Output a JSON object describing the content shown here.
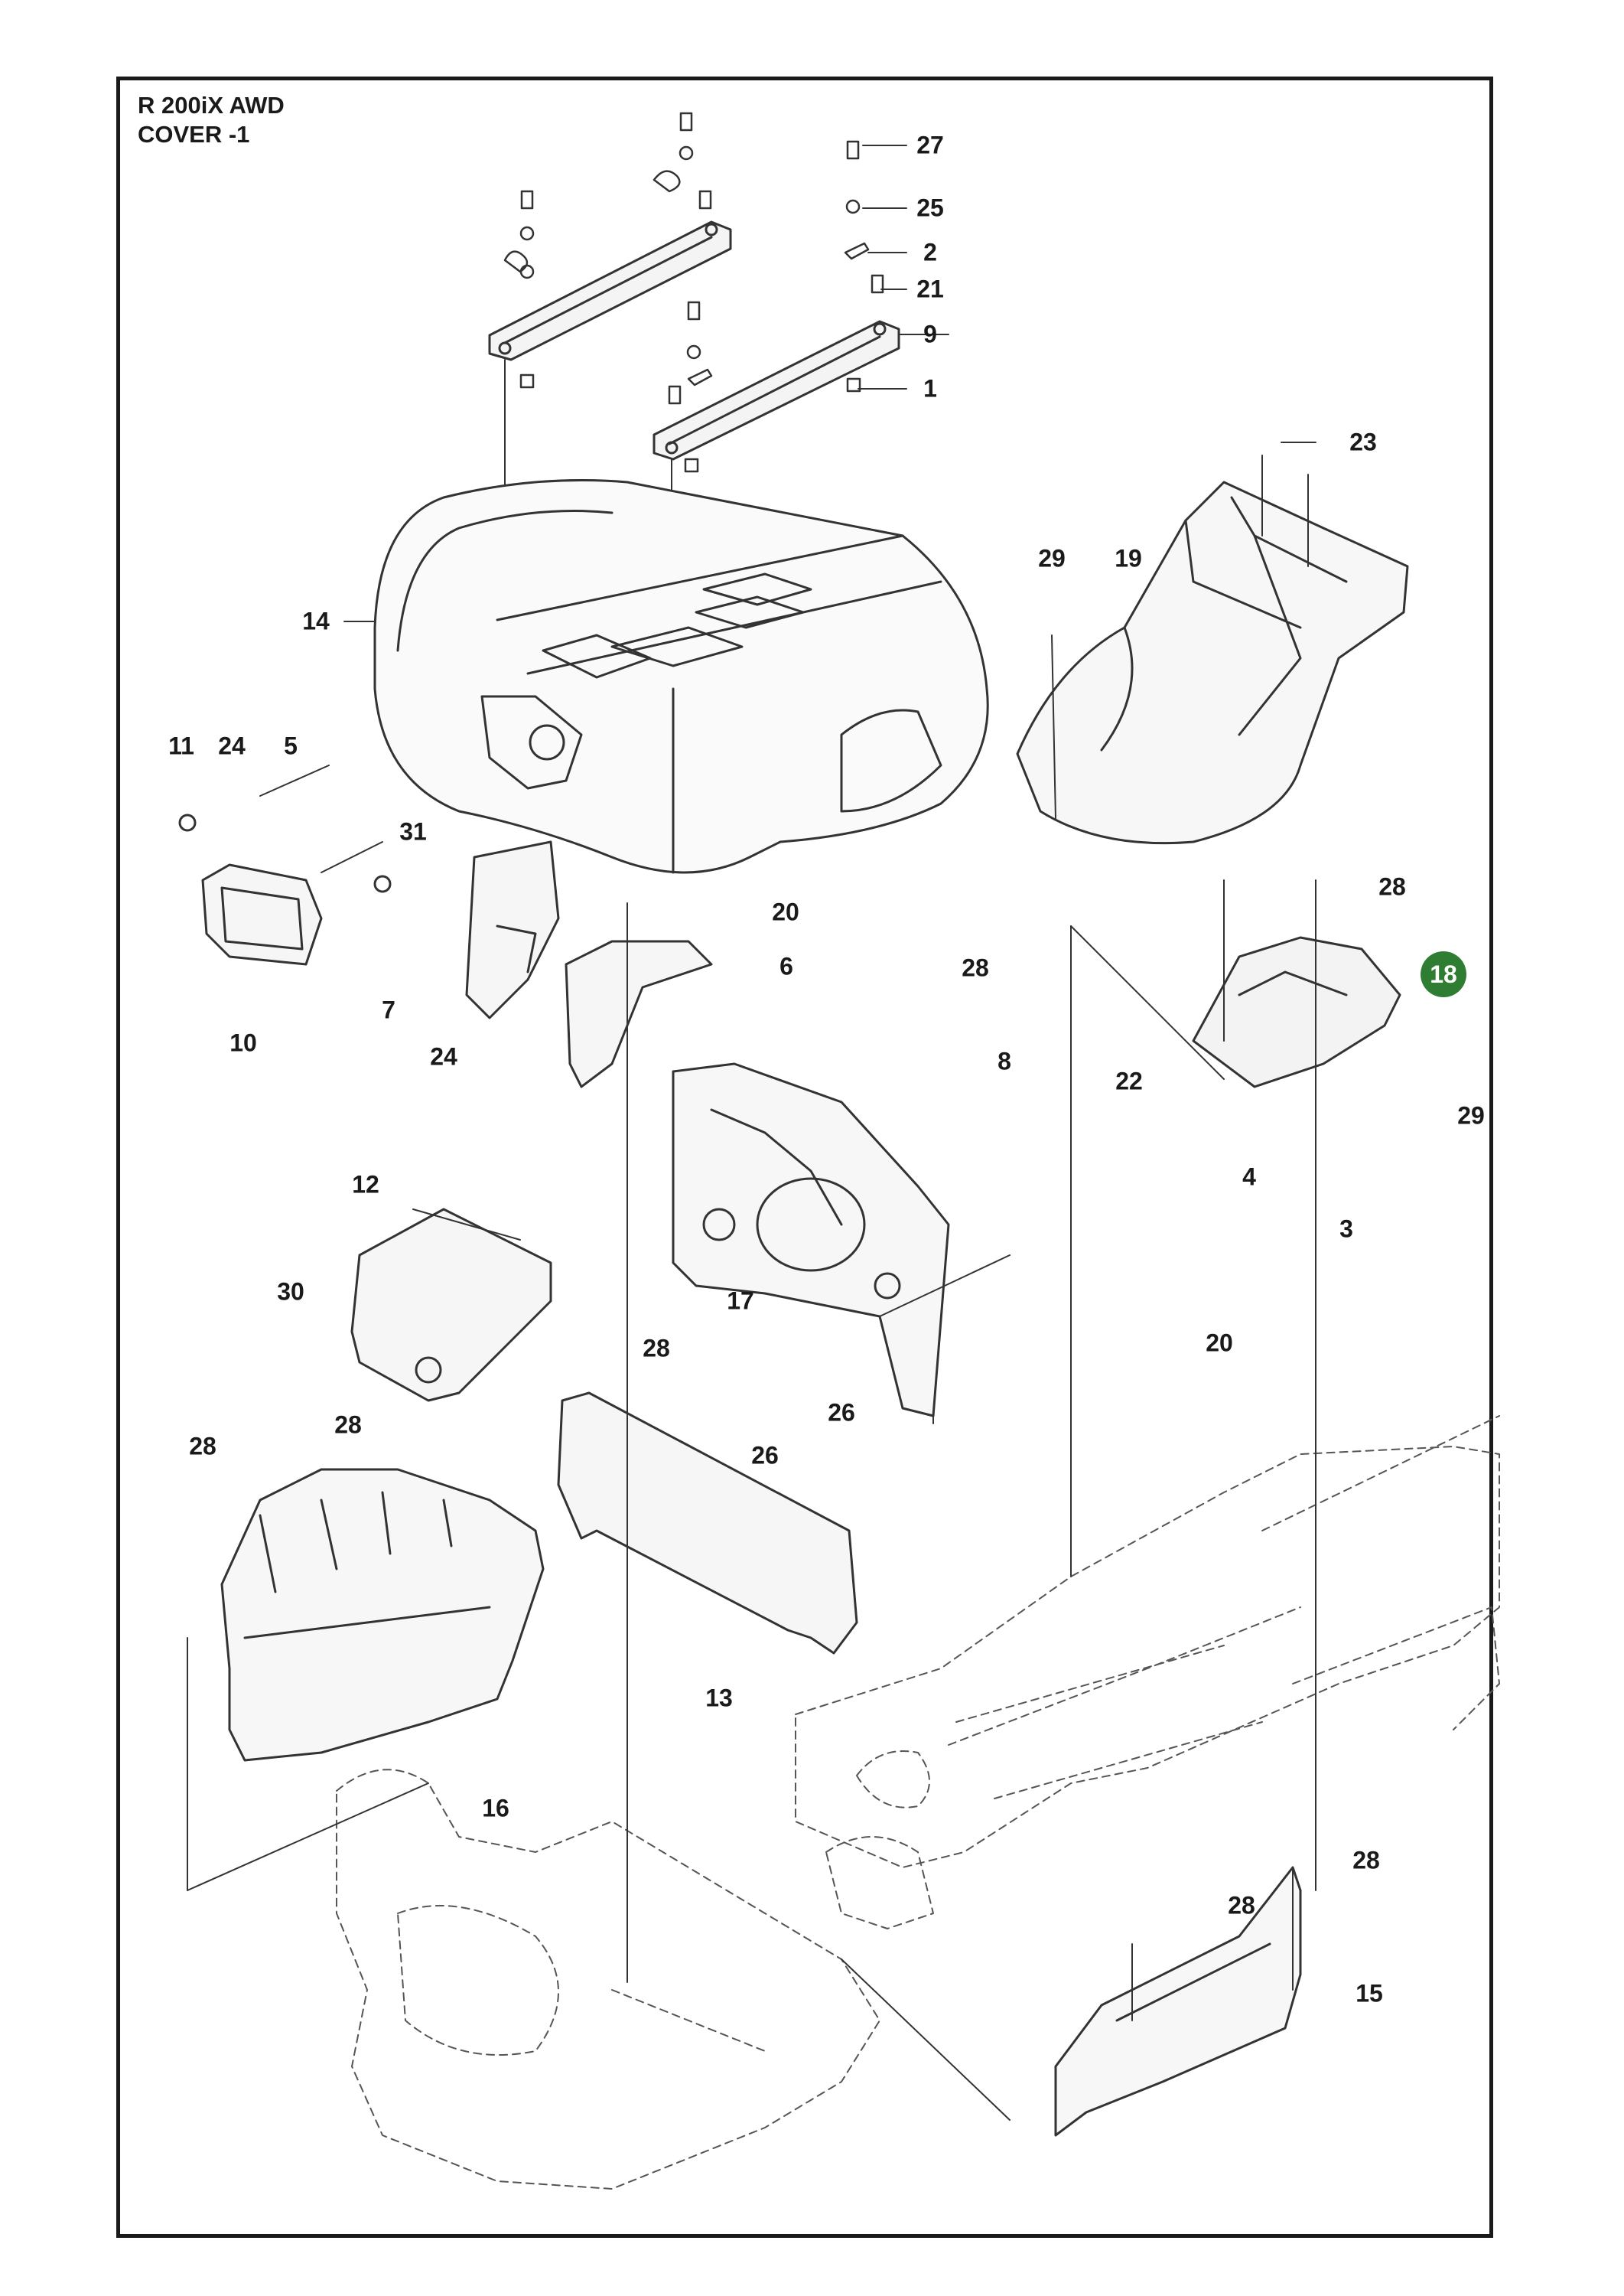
{
  "diagram": {
    "title_line1": "R 200iX AWD",
    "title_line2": "COVER -1",
    "highlight_color": "#2e7d32",
    "highlighted_part": "18",
    "part_numbers": [
      "27",
      "25",
      "2",
      "21",
      "9",
      "1",
      "23",
      "29",
      "19",
      "14",
      "11",
      "24",
      "5",
      "31",
      "28",
      "20",
      "18",
      "6",
      "7",
      "10",
      "24",
      "28",
      "8",
      "22",
      "4",
      "29",
      "12",
      "3",
      "30",
      "17",
      "20",
      "28",
      "28",
      "26",
      "26",
      "28",
      "13",
      "16",
      "28",
      "28",
      "15"
    ]
  }
}
